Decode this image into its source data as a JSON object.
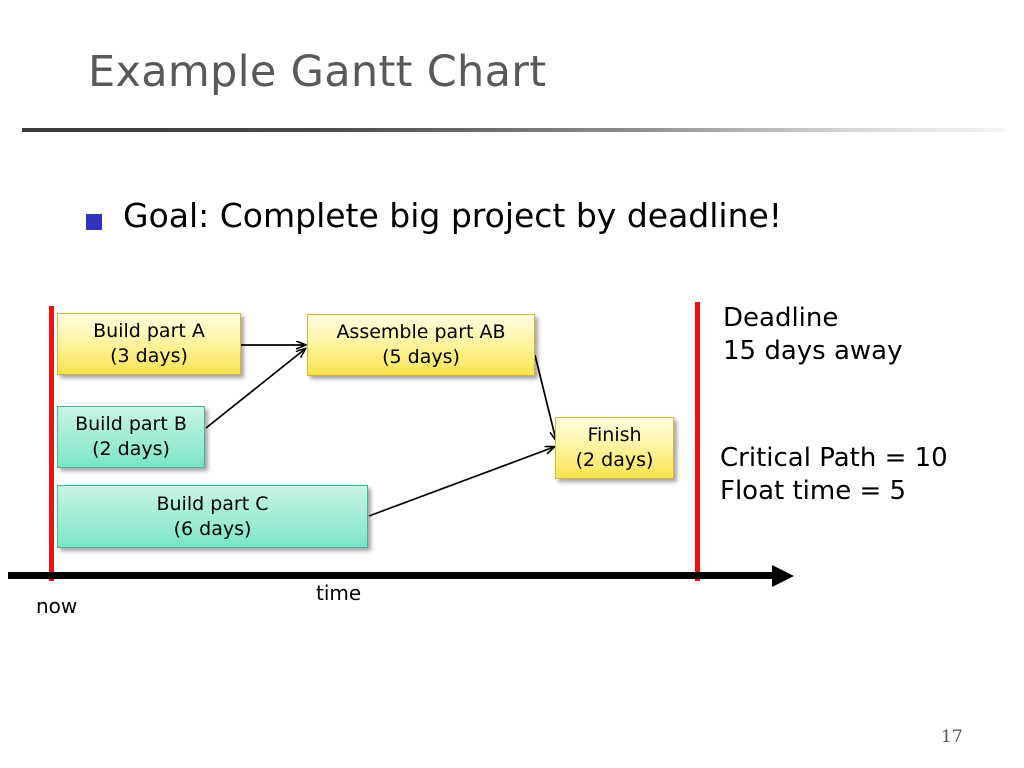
{
  "slide": {
    "title": "Example Gantt Chart",
    "page_number": "17",
    "bullet": "Goal: Complete big project by deadline!",
    "bullet_color": "#3333bb"
  },
  "chart_data": {
    "type": "bar",
    "title": "Example Gantt Chart",
    "xlabel": "time",
    "ylabel": "",
    "xlim": [
      0,
      15
    ],
    "grid": false,
    "legend": "none",
    "axis_labels": {
      "origin": "now",
      "axis": "time"
    },
    "markers": [
      {
        "name": "now",
        "x": 0,
        "color": "#ee1111",
        "label": "now"
      },
      {
        "name": "deadline",
        "x": 15,
        "color": "#ee1111",
        "label": "Deadline 15 days away"
      }
    ],
    "categories": [
      "Build part A",
      "Build part B",
      "Build part C",
      "Assemble part AB",
      "Finish"
    ],
    "values": [
      3,
      2,
      6,
      5,
      2
    ],
    "tasks": [
      {
        "id": "a",
        "name": "Build part A",
        "duration_label": "(3 days)",
        "duration": 3,
        "start": 0,
        "color": "#fbeb72",
        "kind": "yellow"
      },
      {
        "id": "ab",
        "name": "Assemble part AB",
        "duration_label": "(5 days)",
        "duration": 5,
        "start": 6,
        "color": "#fbeb72",
        "kind": "yellow"
      },
      {
        "id": "b",
        "name": "Build part B",
        "duration_label": "(2 days)",
        "duration": 2,
        "start": 0,
        "color": "#8ce9cd",
        "kind": "green"
      },
      {
        "id": "c",
        "name": "Build part C",
        "duration_label": "(6 days)",
        "duration": 6,
        "start": 0,
        "color": "#8ce9cd",
        "kind": "green"
      },
      {
        "id": "fin",
        "name": "Finish",
        "duration_label": "(2 days)",
        "duration": 2,
        "start": 11,
        "color": "#fbeb72",
        "kind": "yellow"
      }
    ],
    "dependencies": [
      {
        "from": "a",
        "to": "ab"
      },
      {
        "from": "b",
        "to": "ab"
      },
      {
        "from": "ab",
        "to": "fin"
      },
      {
        "from": "c",
        "to": "fin"
      }
    ],
    "annotations": {
      "deadline_line_1": "Deadline",
      "deadline_line_2": "15 days away",
      "critical_path": "Critical Path = 10",
      "float_time": "Float time = 5"
    }
  }
}
